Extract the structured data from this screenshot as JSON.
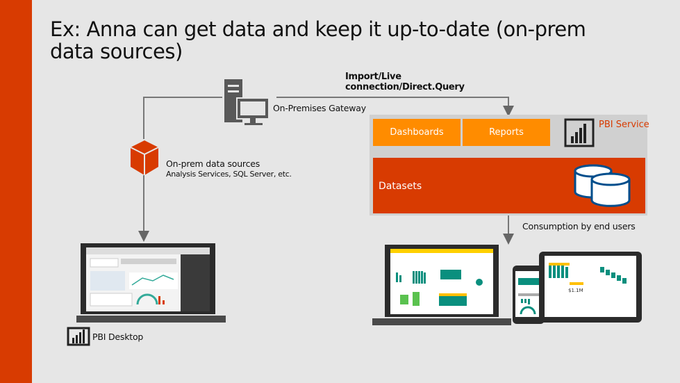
{
  "slide": {
    "title": "Ex: Anna can get data and keep it up-to-date (on-prem data sources)",
    "colors": {
      "accent": "#d83b01",
      "tile": "#ff8c00",
      "background": "#e6e6e6",
      "panel": "#d0d0d0"
    }
  },
  "gateway": {
    "connection_label": "Import/Live connection/Direct.Query",
    "label": "On-Premises Gateway",
    "icon": "server-computer-icon"
  },
  "on_prem": {
    "label": "On-prem data sources",
    "sub_label": "Analysis Services, SQL Server, etc.",
    "icon": "database-cube-icon"
  },
  "service": {
    "label": "PBI Service",
    "icon": "power-bi-logo-icon",
    "tiles": [
      "Dashboards",
      "Reports"
    ],
    "datasets_label": "Datasets",
    "datasets_icon": "database-cylinders-icon"
  },
  "consumption": {
    "label": "Consumption by end users"
  },
  "desktop": {
    "label": "PBI Desktop",
    "icon": "power-bi-logo-icon"
  },
  "devices": [
    "laptop-desktop-screenshot",
    "laptop-service-screenshot",
    "phone-screenshot",
    "tablet-screenshot"
  ]
}
